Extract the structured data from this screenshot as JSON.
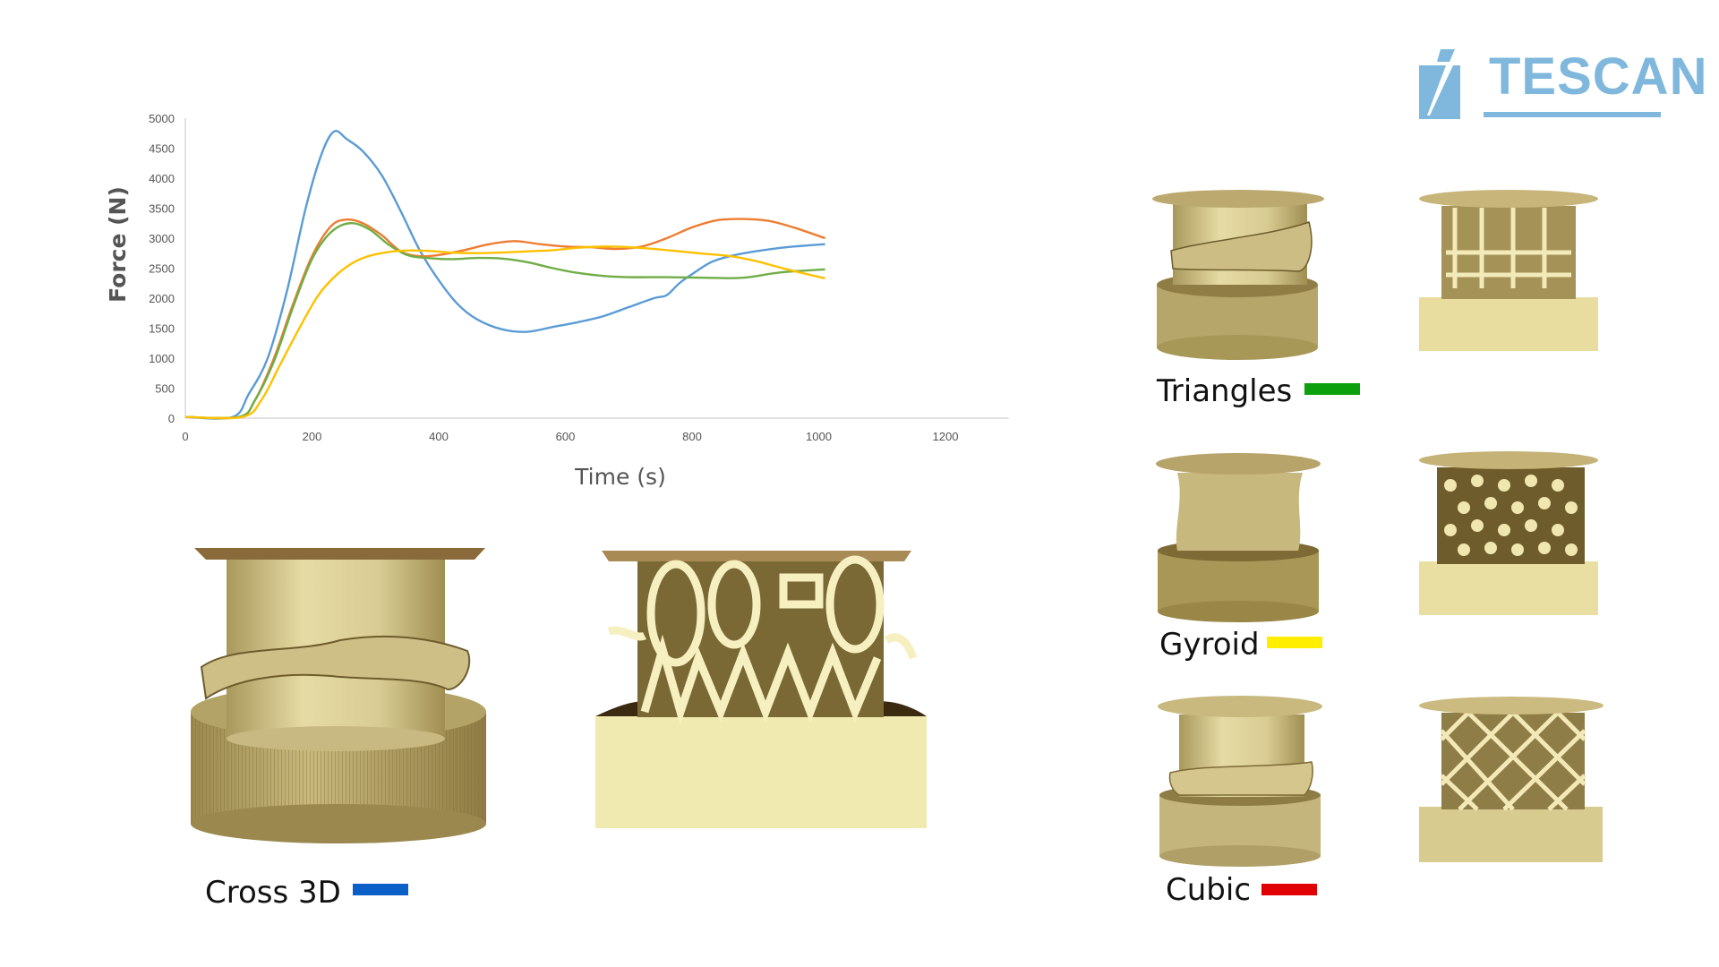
{
  "logo": {
    "text": "TESCAN",
    "color": "#7fb8dc"
  },
  "chart_data": {
    "type": "line",
    "title": "",
    "xlabel": "Time (s)",
    "ylabel": "Force (N)",
    "xlim": [
      0,
      1300
    ],
    "ylim": [
      0,
      5000
    ],
    "xticks": [
      0,
      200,
      400,
      600,
      800,
      1000,
      1200
    ],
    "yticks": [
      0,
      500,
      1000,
      1500,
      2000,
      2500,
      3000,
      3500,
      4000,
      4500,
      5000
    ],
    "grid": false,
    "legend": "none (sample labels with color swatches used instead)",
    "series": [
      {
        "name": "Cross 3D",
        "color": "#5b9bd5",
        "x": [
          0,
          75,
          100,
          130,
          160,
          190,
          215,
          235,
          255,
          280,
          310,
          340,
          370,
          400,
          430,
          460,
          500,
          540,
          580,
          620,
          660,
          700,
          740,
          760,
          780,
          800,
          830,
          860,
          900,
          950,
          1010
        ],
        "y": [
          20,
          20,
          400,
          1000,
          2100,
          3500,
          4400,
          4780,
          4650,
          4450,
          4050,
          3450,
          2800,
          2300,
          1900,
          1650,
          1480,
          1440,
          1520,
          1600,
          1700,
          1850,
          2000,
          2050,
          2250,
          2400,
          2600,
          2700,
          2780,
          2850,
          2900
        ]
      },
      {
        "name": "Cubic",
        "color": "#ed7d31",
        "x": [
          0,
          85,
          110,
          140,
          170,
          200,
          230,
          255,
          280,
          310,
          340,
          370,
          400,
          440,
          480,
          520,
          560,
          600,
          640,
          680,
          720,
          760,
          800,
          840,
          880,
          920,
          960,
          1010
        ],
        "y": [
          20,
          20,
          300,
          1000,
          1900,
          2700,
          3200,
          3310,
          3250,
          3050,
          2780,
          2700,
          2720,
          2800,
          2900,
          2950,
          2900,
          2860,
          2850,
          2820,
          2860,
          3000,
          3180,
          3300,
          3320,
          3290,
          3180,
          3000
        ]
      },
      {
        "name": "Triangles",
        "color": "#70ad47",
        "x": [
          0,
          85,
          110,
          140,
          170,
          200,
          230,
          260,
          290,
          320,
          350,
          380,
          420,
          460,
          500,
          540,
          580,
          620,
          660,
          700,
          760,
          820,
          880,
          940,
          1010
        ],
        "y": [
          20,
          20,
          300,
          950,
          1850,
          2650,
          3100,
          3250,
          3150,
          2900,
          2720,
          2670,
          2650,
          2670,
          2660,
          2600,
          2500,
          2420,
          2370,
          2350,
          2350,
          2340,
          2340,
          2430,
          2480
        ]
      },
      {
        "name": "Gyroid",
        "color": "#ffc000",
        "x": [
          0,
          90,
          120,
          150,
          180,
          210,
          240,
          270,
          300,
          340,
          380,
          420,
          460,
          500,
          540,
          580,
          620,
          660,
          700,
          740,
          780,
          820,
          860,
          900,
          950,
          1010
        ],
        "y": [
          20,
          20,
          300,
          900,
          1500,
          2050,
          2400,
          2620,
          2730,
          2790,
          2790,
          2760,
          2750,
          2760,
          2780,
          2800,
          2840,
          2860,
          2850,
          2820,
          2780,
          2740,
          2700,
          2620,
          2480,
          2330
        ]
      }
    ]
  },
  "samples": [
    {
      "label": "Cross 3D",
      "swatch_color": "#0a5fc8"
    },
    {
      "label": "Triangles",
      "swatch_color": "#0ca10c"
    },
    {
      "label": "Gyroid",
      "swatch_color": "#ffee00"
    },
    {
      "label": "Cubic",
      "swatch_color": "#e00000"
    }
  ],
  "specimen_colors": {
    "body": "#d8cc93",
    "body_shade": "#a8985c",
    "plate": "#8a6a3a",
    "section_light": "#f3eeb5",
    "section_dark": "#5a4720"
  }
}
